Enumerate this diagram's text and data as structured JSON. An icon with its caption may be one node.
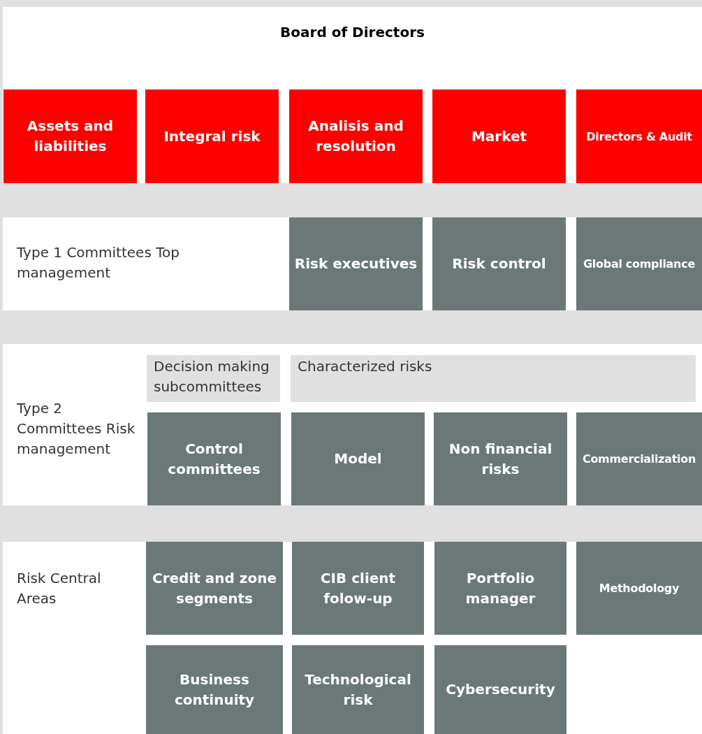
{
  "diagram": {
    "nodes": [
      {
        "text": [
          "Board of Directors"
        ]
      },
      {
        "text": [
          "Assets and liabilities"
        ],
        "in": 0
      },
      {
        "text": [
          "Integral risk"
        ],
        "in": 0
      },
      {
        "text": [
          "Analisis and resolution"
        ],
        "in": 0
      },
      {
        "text": [
          "Market"
        ],
        "in": 0
      },
      {
        "text": [
          "Directors & Audit"
        ],
        "in": 0
      },
      {
        "text": [
          "Type 1 Committees Top management"
        ]
      },
      {
        "text": [
          "Risk executives"
        ],
        "in": 6
      },
      {
        "text": [
          "Risk control"
        ],
        "in": 6
      },
      {
        "text": [
          "Global compliance"
        ],
        "in": 6
      },
      {
        "text": [
          "Type 2 Committees Risk management"
        ]
      },
      {
        "text": [
          "Decision making subcommittees"
        ],
        "in": 10
      },
      {
        "text": [
          "Characterized risks"
        ],
        "in": 10
      },
      {
        "text": [
          "Control committees"
        ],
        "in": 10
      },
      {
        "text": [
          "Model"
        ],
        "in": 10
      },
      {
        "text": [
          "Non financial risks"
        ],
        "in": 10
      },
      {
        "text": [
          "Commercialization"
        ],
        "in": 10
      },
      {
        "text": [
          "Risk Central Areas"
        ]
      },
      {
        "text": [
          "Credit and zone segments"
        ],
        "in": 17
      },
      {
        "text": [
          "CIB client folow-up"
        ],
        "in": 17
      },
      {
        "text": [
          "Portfolio manager"
        ],
        "in": 17
      },
      {
        "text": [
          "Methodology"
        ],
        "in": 17
      },
      {
        "text": [
          "Business continuity"
        ],
        "in": 17
      },
      {
        "text": [
          "Technological risk"
        ],
        "in": 17
      },
      {
        "text": [
          "Cybersecurity"
        ],
        "in": 17
      }
    ]
  }
}
